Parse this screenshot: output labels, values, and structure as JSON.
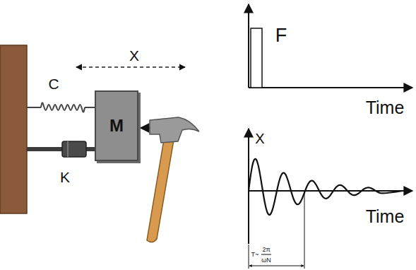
{
  "diagram": {
    "nodes": [
      {
        "text": [
          "M"
        ]
      }
    ],
    "labels": [
      "C",
      "X",
      "K",
      "F",
      "Time",
      "X",
      "Time",
      "T~",
      "2π",
      "ωN"
    ]
  }
}
